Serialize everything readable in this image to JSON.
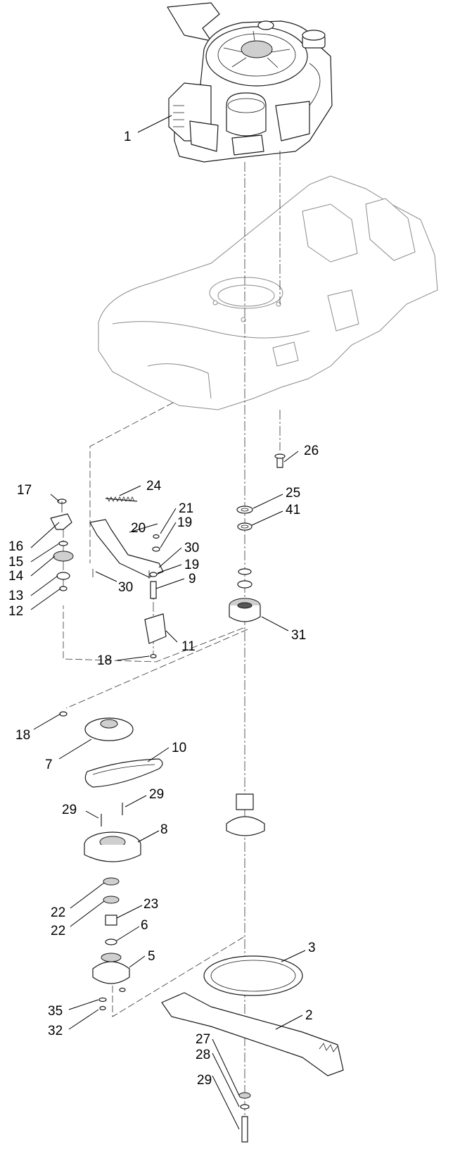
{
  "callouts": [
    {
      "id": "c1",
      "text": "1"
    },
    {
      "id": "c2",
      "text": "2"
    },
    {
      "id": "c3",
      "text": "3"
    },
    {
      "id": "c5",
      "text": "5"
    },
    {
      "id": "c6",
      "text": "6"
    },
    {
      "id": "c7",
      "text": "7"
    },
    {
      "id": "c8",
      "text": "8"
    },
    {
      "id": "c9",
      "text": "9"
    },
    {
      "id": "c10",
      "text": "10"
    },
    {
      "id": "c11",
      "text": "11"
    },
    {
      "id": "c12",
      "text": "12"
    },
    {
      "id": "c13",
      "text": "13"
    },
    {
      "id": "c14",
      "text": "14"
    },
    {
      "id": "c15",
      "text": "15"
    },
    {
      "id": "c16",
      "text": "16"
    },
    {
      "id": "c17",
      "text": "17"
    },
    {
      "id": "c18a",
      "text": "18"
    },
    {
      "id": "c18b",
      "text": "18"
    },
    {
      "id": "c19a",
      "text": "19"
    },
    {
      "id": "c19b",
      "text": "19"
    },
    {
      "id": "c20",
      "text": "20"
    },
    {
      "id": "c21",
      "text": "21"
    },
    {
      "id": "c22a",
      "text": "22"
    },
    {
      "id": "c22b",
      "text": "22"
    },
    {
      "id": "c23",
      "text": "23"
    },
    {
      "id": "c24",
      "text": "24"
    },
    {
      "id": "c25",
      "text": "25"
    },
    {
      "id": "c26",
      "text": "26"
    },
    {
      "id": "c27",
      "text": "27"
    },
    {
      "id": "c28",
      "text": "28"
    },
    {
      "id": "c29a",
      "text": "29"
    },
    {
      "id": "c29b",
      "text": "29"
    },
    {
      "id": "c29c",
      "text": "29"
    },
    {
      "id": "c30a",
      "text": "30"
    },
    {
      "id": "c30b",
      "text": "30"
    },
    {
      "id": "c31",
      "text": "31"
    },
    {
      "id": "c32",
      "text": "32"
    },
    {
      "id": "c35",
      "text": "35"
    },
    {
      "id": "c41",
      "text": "41"
    }
  ]
}
